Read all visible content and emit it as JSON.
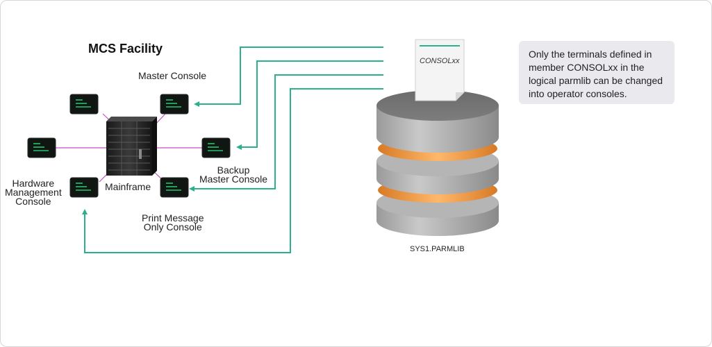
{
  "title": "MCS Facility",
  "labels": {
    "master_console": "Master Console",
    "backup_master_console": "Backup\nMaster Console",
    "hmc": "Hardware\nManagement\nConsole",
    "mainframe": "Mainframe",
    "print_only_console": "Print Message\nOnly Console"
  },
  "document": {
    "label": "CONSOLxx"
  },
  "database": {
    "label": "SYS1.PARMLIB"
  },
  "note": "Only the terminals defined in\nmember CONSOLxx in the\nlogical parmlib can be changed\ninto operator consoles.",
  "colors": {
    "arrow": "#2bb08e",
    "link": "#c44fc4",
    "terminal_bg": "#101612",
    "terminal_line": "#27c46e",
    "db_band": "#f29a3c",
    "note_bg": "#e9e9ee"
  }
}
